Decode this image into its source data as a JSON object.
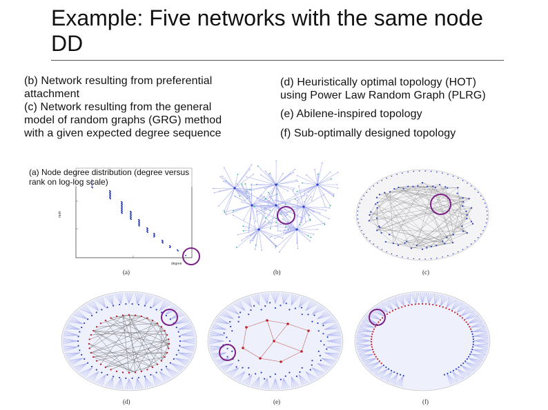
{
  "title": "Example: Five networks with the same node DD",
  "left_text": [
    "(b) Network resulting from preferential",
    "attachment",
    "(c) Network resulting from the general",
    "model of random graphs (GRG) method",
    "with a given expected degree sequence"
  ],
  "right_text": {
    "d_line1": "(d) Heuristically optimal topology (HOT)",
    "d_line2": "using Power Law Random Graph (PLRG)",
    "e": "(e) Abilene-inspired topology",
    "f": "(f) Sub-optimally designed topology"
  },
  "panel_a_note": "(a) Node degree distribution (degree versus rank on log-log scale)",
  "panel_a_axes": {
    "xlabel": "degree",
    "ylabel": "rank"
  },
  "captions": {
    "a": "(a)",
    "b": "(b)",
    "c": "(c)",
    "d": "(d)",
    "e": "(e)",
    "f": "(f)"
  },
  "colors": {
    "highlight_ring": "#7a1f86",
    "node_blue": "#2a3fbf",
    "node_red": "#c0202a",
    "edge_light": "#a8aef0",
    "edge_gray": "#777777"
  }
}
